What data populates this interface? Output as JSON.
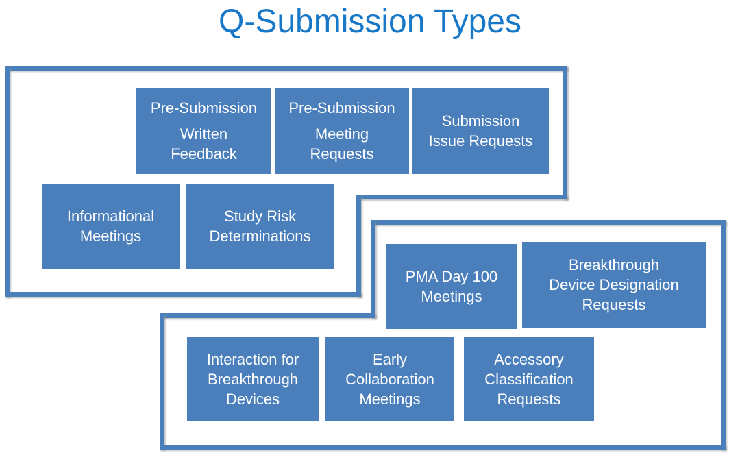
{
  "title": "Q-Submission Types",
  "colors": {
    "title_blue": "#1878c8",
    "box_fill": "#4a7fbc",
    "box_text": "#ffffff",
    "outline_blue": "#4a7fbc",
    "background": "#ffffff"
  },
  "groups": [
    {
      "name": "upper-group",
      "shape": "l-shape-top",
      "boxes": [
        {
          "id": "pre-submission-written-feedback",
          "lines": [
            "Pre-Submission",
            "Written",
            "Feedback"
          ],
          "gap_after_first": true
        },
        {
          "id": "pre-submission-meeting-requests",
          "lines": [
            "Pre-Submission",
            "Meeting",
            "Requests"
          ],
          "gap_after_first": true
        },
        {
          "id": "submission-issue-requests",
          "lines": [
            "Submission",
            "Issue Requests"
          ],
          "gap_after_first": false
        },
        {
          "id": "informational-meetings",
          "lines": [
            "Informational",
            "Meetings"
          ],
          "gap_after_first": false
        },
        {
          "id": "study-risk-determinations",
          "lines": [
            "Study Risk",
            "Determinations"
          ],
          "gap_after_first": false
        }
      ]
    },
    {
      "name": "lower-group",
      "shape": "l-shape-bottom",
      "boxes": [
        {
          "id": "pma-day-100-meetings",
          "lines": [
            "PMA Day 100",
            "Meetings"
          ],
          "gap_after_first": false
        },
        {
          "id": "breakthrough-device-designation-requests",
          "lines": [
            "Breakthrough",
            "Device Designation",
            "Requests"
          ],
          "gap_after_first": false
        },
        {
          "id": "interaction-for-breakthrough-devices",
          "lines": [
            "Interaction for",
            "Breakthrough",
            "Devices"
          ],
          "gap_after_first": false
        },
        {
          "id": "early-collaboration-meetings",
          "lines": [
            "Early",
            "Collaboration",
            "Meetings"
          ],
          "gap_after_first": false
        },
        {
          "id": "accessory-classification-requests",
          "lines": [
            "Accessory",
            "Classification",
            "Requests"
          ],
          "gap_after_first": false
        }
      ]
    }
  ]
}
